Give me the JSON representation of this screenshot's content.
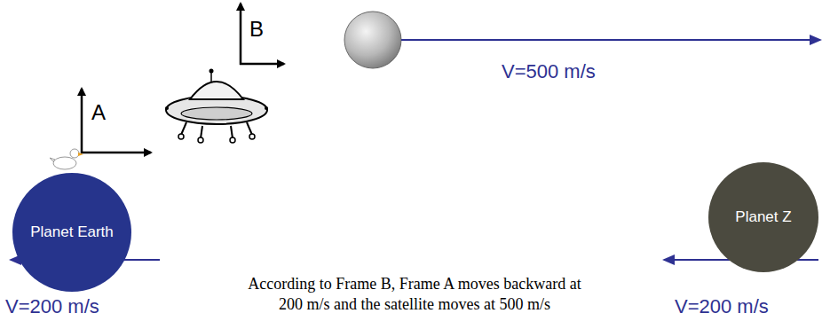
{
  "diagram": {
    "caption": "According to Frame B, Frame A moves backward at 200 m/s and the satellite moves at 500 m/s",
    "nodes": [
      {
        "text": [
          "Planet Earth"
        ]
      },
      {
        "text": [
          "Planet Z"
        ]
      }
    ],
    "labels": [
      "A",
      "B",
      "V=500 m/s",
      "V=200 m/s",
      "V=200 m/s"
    ]
  }
}
